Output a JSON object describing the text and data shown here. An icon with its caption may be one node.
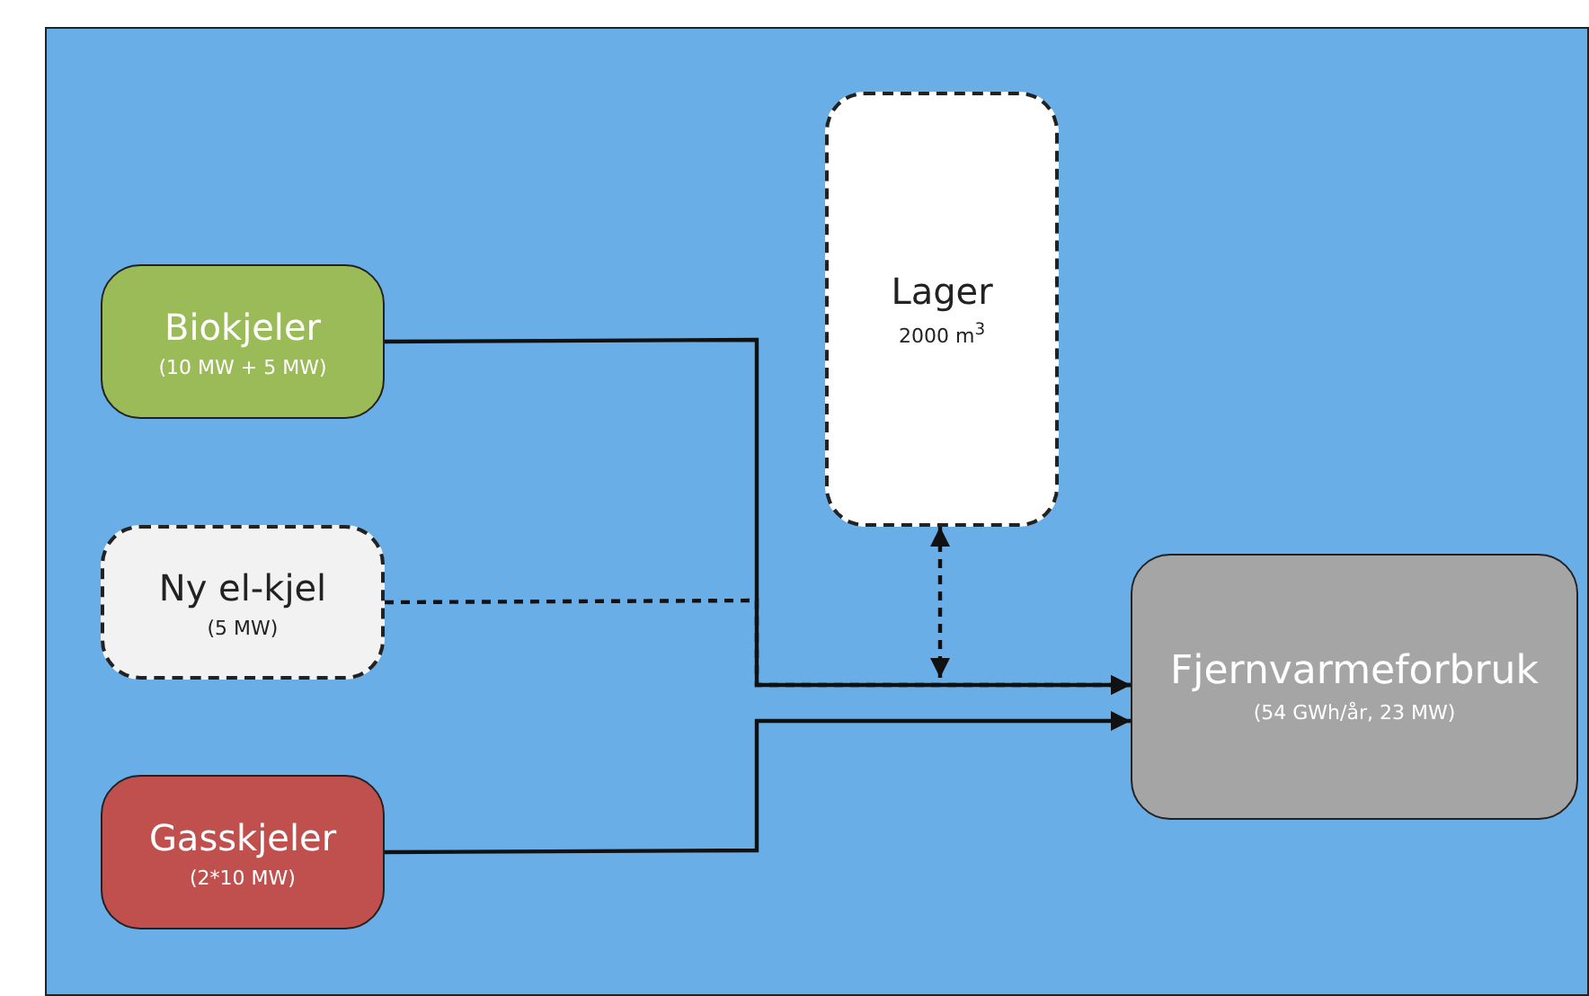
{
  "diagram": {
    "nodes": [
      {
        "text": [
          "Biokjeler",
          "(10 MW + 5 MW)"
        ]
      },
      {
        "text": [
          "Ny el-kjel",
          "(5 MW)"
        ]
      },
      {
        "text": [
          "Gasskjeler",
          "(2*10 MW)"
        ]
      },
      {
        "text": [
          "Lager",
          "2000 m$^{3}$"
        ]
      },
      {
        "text": [
          "Fjernvarmeforbruk",
          "(54 GWh/år, 23 MW)"
        ]
      }
    ],
    "edges": [
      {
        "from": 0,
        "to": 4,
        "arrow": "to"
      },
      {
        "from": 1,
        "to": 4,
        "arrow": "to",
        "style": "dashed"
      },
      {
        "from": 2,
        "to": 4,
        "arrow": "to"
      },
      {
        "from": 3,
        "to": null,
        "arrow": "both",
        "style": "dashed"
      }
    ]
  }
}
